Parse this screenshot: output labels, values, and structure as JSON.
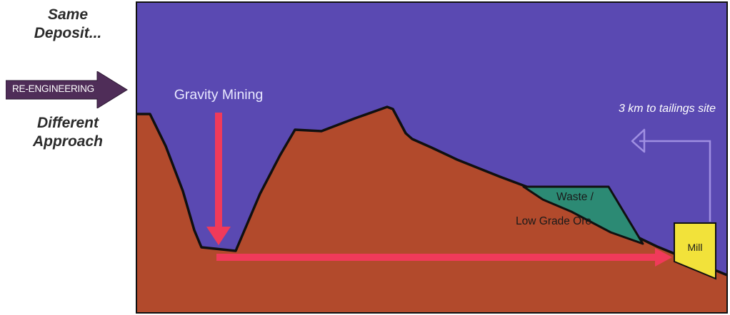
{
  "left_panel": {
    "top_text": [
      "Same",
      "Deposit..."
    ],
    "arrow_label": "RE-ENGINEERING",
    "bottom_text": [
      "Different",
      "Approach"
    ]
  },
  "diagram": {
    "gravity_label": "Gravity Mining",
    "tailings_label": "3 km to tailings site",
    "waste_label": [
      "Waste /",
      "Low Grade Ore"
    ],
    "mill_label": "Mill"
  },
  "colors": {
    "sky": "#5a49b2",
    "ground": "#b24a2c",
    "waste": "#2c8a74",
    "mill": "#f2e23a",
    "arrow": "#f03a5a",
    "re_engineering_arrow": "#4f2d58",
    "tailings_arrow": "#9f8fe2"
  }
}
